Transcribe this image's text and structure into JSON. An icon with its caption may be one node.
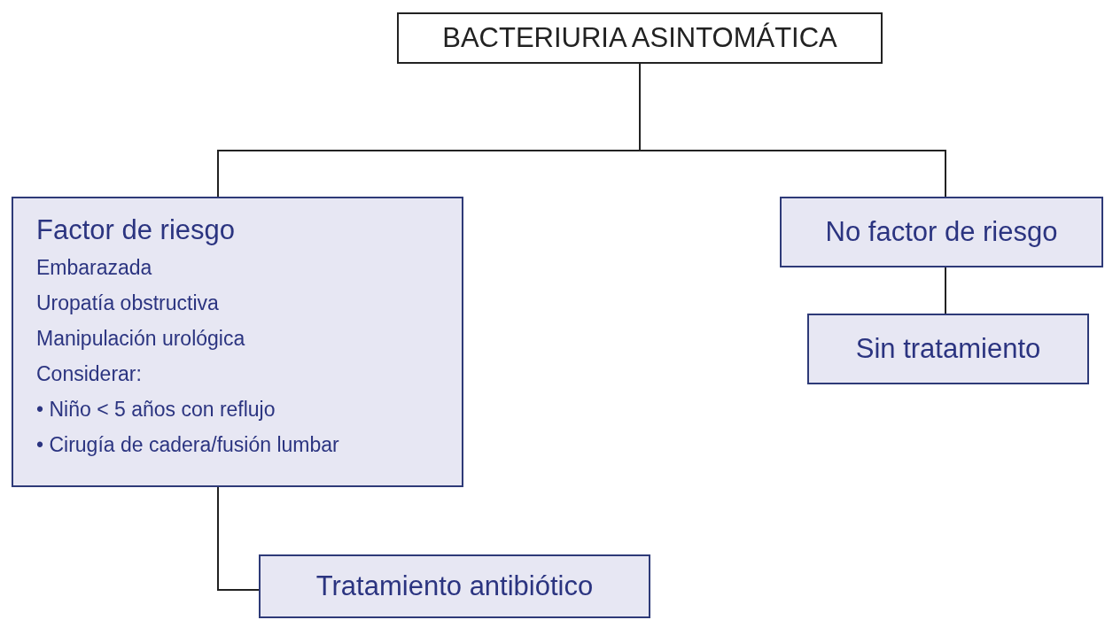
{
  "diagram": {
    "nodes": [
      {
        "text": [
          "BACTERIURIA ASINTOMÁTICA"
        ]
      },
      {
        "text": [
          "Factor de riesgo",
          "Embarazada",
          "Uropatía obstructiva",
          "Manipulación urológica",
          "Considerar:",
          "• Niño < 5 años con reflujo",
          "• Cirugía de cadera/fusión lumbar"
        ]
      },
      {
        "text": [
          "No factor de riesgo"
        ]
      },
      {
        "text": [
          "Sin tratamiento"
        ]
      },
      {
        "text": [
          "Tratamiento antibiótico"
        ]
      }
    ],
    "edges": [
      {
        "from": 0,
        "to": 1,
        "arrow": "none"
      },
      {
        "from": 0,
        "to": 2,
        "arrow": "none"
      },
      {
        "from": 2,
        "to": 3,
        "arrow": "none"
      },
      {
        "from": 1,
        "to": 4,
        "arrow": "none"
      }
    ]
  }
}
